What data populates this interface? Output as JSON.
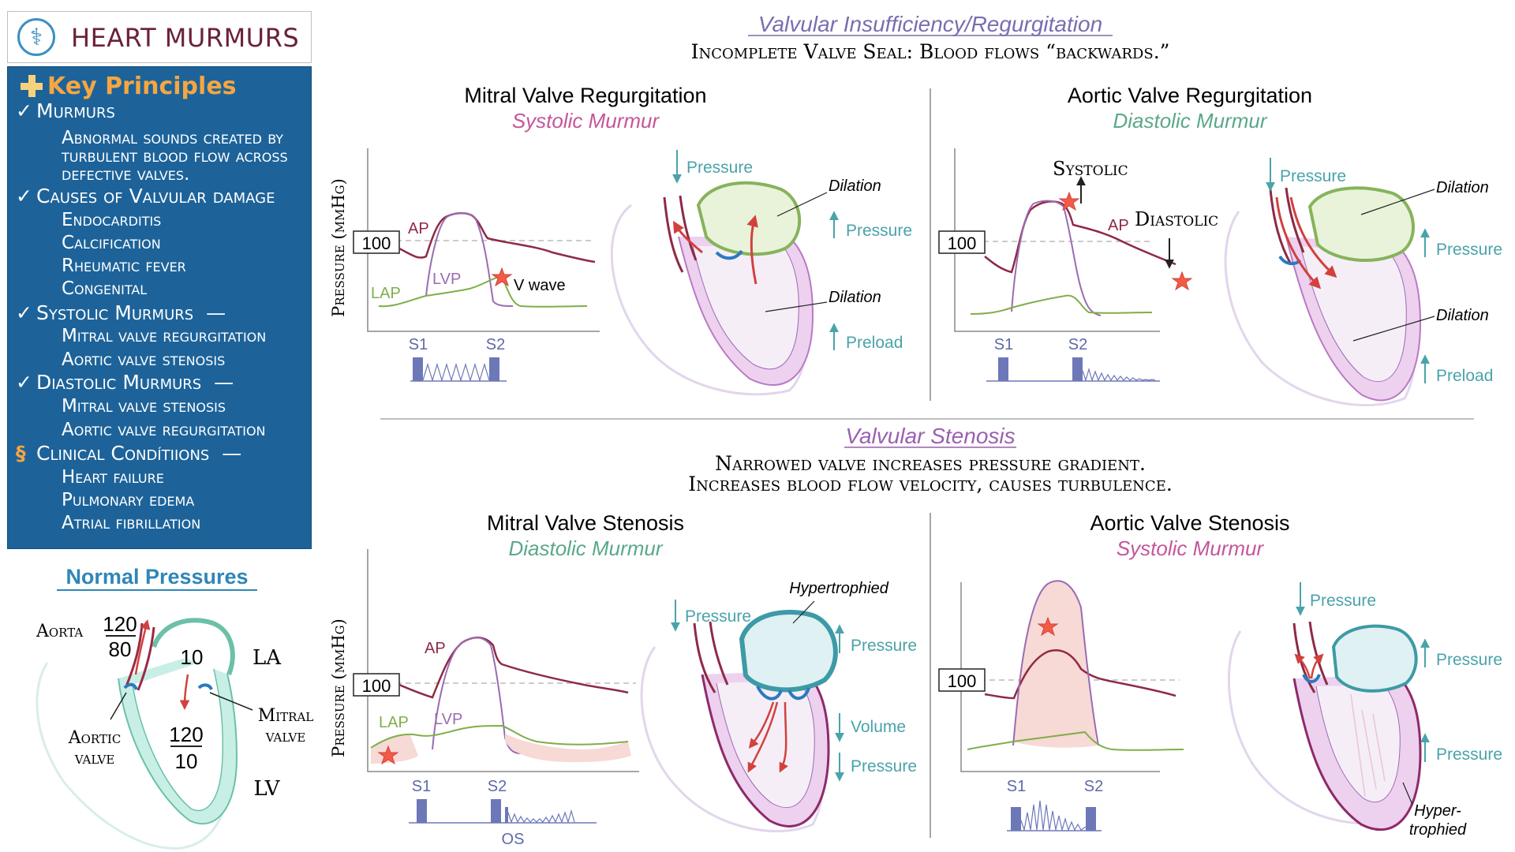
{
  "header": {
    "title": "HEART MURMURS",
    "logo_icon": "caduceus-icon"
  },
  "key_principles": {
    "heading": "Key Principles",
    "items": [
      {
        "label": "Murmurs",
        "icon": "check-icon",
        "trail": "",
        "subs": [
          "Abnormal sounds created by",
          "turbulent blood flow across",
          "defective  valves."
        ]
      },
      {
        "label": "Causes of Valvular damage",
        "icon": "check-icon",
        "trail": "",
        "subs": [
          "Endocarditis",
          "Calcification",
          "Rheumatic fever",
          "Congenital"
        ]
      },
      {
        "label": "Systolic Murmurs",
        "icon": "check-icon",
        "trail": "—",
        "subs": [
          "Mitral valve regurgitation",
          "Aortic valve stenosis"
        ]
      },
      {
        "label": "Diastolic Murmurs",
        "icon": "check-icon",
        "trail": "—",
        "subs": [
          "Mitral valve stenosis",
          "Aortic valve regurgitation"
        ]
      },
      {
        "label": "Clinical Condítiions",
        "icon": "seahorse-icon",
        "trail": "—",
        "subs": [
          "Heart failure",
          "Pulmonary edema",
          "Atrial fibrillation"
        ]
      }
    ]
  },
  "normal_pressures": {
    "title": "Normal Pressures",
    "aorta_label": "Aorta",
    "aorta_systolic": "120",
    "aorta_diastolic": "80",
    "la_label": "LA",
    "la_value": "10",
    "lv_label": "LV",
    "lv_systolic": "120",
    "lv_diastolic": "10",
    "aortic_valve_label_1": "Aortic",
    "aortic_valve_label_2": "valve",
    "mitral_valve_label_1": "Mitral",
    "mitral_valve_label_2": "valve"
  },
  "regurgitation": {
    "title": "Valvular Insufficiency/Regurgitation",
    "subtitle": "Incomplete Valve Seal: Blood flows “backwards.”"
  },
  "stenosis": {
    "title": "Valvular Stenosis",
    "subtitle_1": "Narrowed valve increases pressure gradient.",
    "subtitle_2": "Increases blood flow velocity, causes turbulence."
  },
  "panels": {
    "mvr": {
      "title": "Mitral Valve Regurgitation",
      "murmur": "Systolic Murmur",
      "ylabel": "Pressure (mmHg)",
      "ref": "100",
      "ap": "AP",
      "lvp": "LVP",
      "lap": "LAP",
      "vwave": "V wave",
      "s1": "S1",
      "s2": "S2",
      "arrow1": "Pressure",
      "arrow2": "Pressure",
      "arrow3": "Preload",
      "dilation1": "Dilation",
      "dilation2": "Dilation"
    },
    "avr": {
      "title": "Aortic Valve Regurgitation",
      "murmur": "Diastolic Murmur",
      "ref": "100",
      "ap": "AP",
      "systolic": "Systolic",
      "diastolic": "Diastolic",
      "s1": "S1",
      "s2": "S2",
      "arrow1": "Pressure",
      "arrow2": "Pressure",
      "arrow3": "Preload",
      "dilation1": "Dilation",
      "dilation2": "Dilation"
    },
    "mvs": {
      "title": "Mitral Valve Stenosis",
      "murmur": "Diastolic Murmur",
      "ylabel": "Pressure (mmHg)",
      "ref": "100",
      "ap": "AP",
      "lvp": "LVP",
      "lap": "LAP",
      "s1": "S1",
      "s2": "S2",
      "os": "OS",
      "arrow1": "Pressure",
      "arrow2": "Pressure",
      "arrow3": "Volume",
      "arrow4": "Pressure",
      "hyper": "Hypertrophied"
    },
    "avs": {
      "title": "Aortic Valve Stenosis",
      "murmur": "Systolic Murmur",
      "ref": "100",
      "s1": "S1",
      "s2": "S2",
      "arrow1": "Pressure",
      "arrow2": "Pressure",
      "arrow3": "Pressure",
      "hyper_1": "Hyper-",
      "hyper_2": "trophied"
    }
  },
  "colors": {
    "ap": "#8e2a45",
    "lvp": "#9b6bb3",
    "lap": "#7fae4a",
    "systolic": "#c4569a",
    "diastolic": "#5aa889",
    "arrow": "#4aa3aa",
    "star": "#f25b45",
    "panel": "#1d639a",
    "accent": "#f6a640"
  }
}
